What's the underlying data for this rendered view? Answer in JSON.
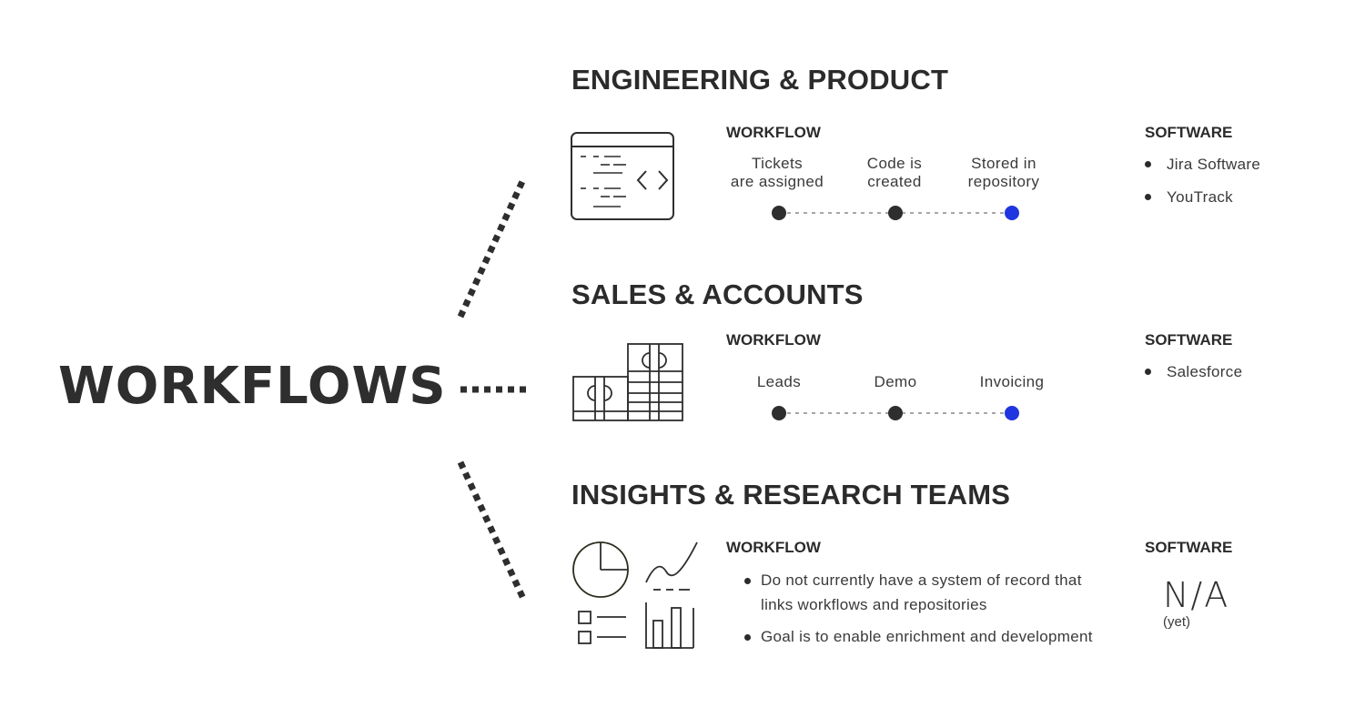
{
  "title": "WORKFLOWS",
  "colors": {
    "text": "#2b2b2b",
    "node": "#2e2e2e",
    "accent": "#1f35e0",
    "dash": "#8a8a8a"
  },
  "sections": [
    {
      "title": "ENGINEERING & PRODUCT",
      "icon": "code-window-icon",
      "workflow_label": "WORKFLOW",
      "steps": [
        {
          "line1": "Tickets",
          "line2": "are assigned"
        },
        {
          "line1": "Code is",
          "line2": "created"
        },
        {
          "line1": "Stored in",
          "line2": "repository"
        }
      ],
      "software_label": "SOFTWARE",
      "software": [
        "Jira Software",
        "YouTrack"
      ]
    },
    {
      "title": "SALES & ACCOUNTS",
      "icon": "money-stacks-icon",
      "workflow_label": "WORKFLOW",
      "steps": [
        {
          "line1": "Leads",
          "line2": ""
        },
        {
          "line1": "Demo",
          "line2": ""
        },
        {
          "line1": "Invoicing",
          "line2": ""
        }
      ],
      "software_label": "SOFTWARE",
      "software": [
        "Salesforce"
      ]
    },
    {
      "title": "INSIGHTS & RESEARCH TEAMS",
      "icon": "analytics-icon",
      "workflow_label": "WORKFLOW",
      "bullets": [
        "Do not currently have a system of record that links workflows and repositories",
        "Goal is to enable enrichment and development"
      ],
      "software_label": "SOFTWARE",
      "software_na": "N/A",
      "software_na_note": "(yet)"
    }
  ]
}
